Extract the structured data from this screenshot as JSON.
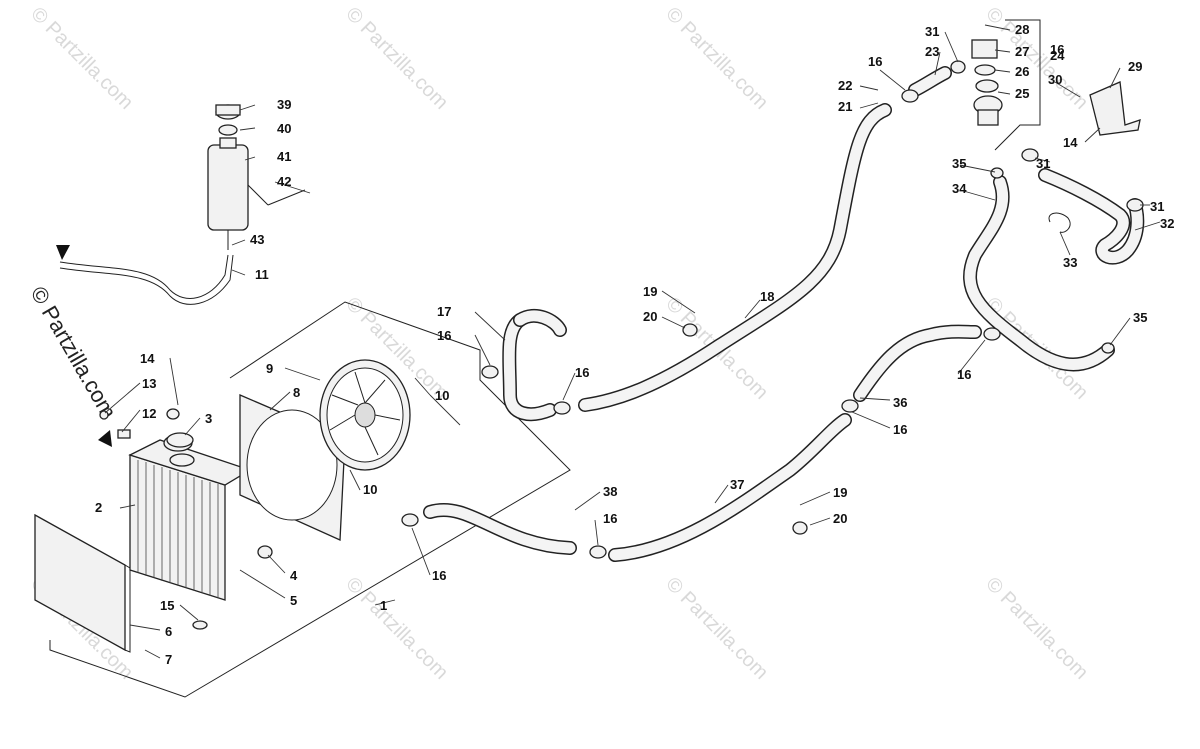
{
  "watermark": {
    "vertical_text": "© Partzilla.com",
    "tile_text": "© Partzilla.com"
  },
  "callouts": [
    "1",
    "2",
    "3",
    "4",
    "5",
    "6",
    "7",
    "8",
    "9",
    "10",
    "10",
    "11",
    "12",
    "13",
    "14",
    "14",
    "15",
    "16",
    "16",
    "16",
    "16",
    "16",
    "16",
    "16",
    "16",
    "17",
    "18",
    "19",
    "19",
    "20",
    "20",
    "21",
    "22",
    "23",
    "24",
    "25",
    "26",
    "27",
    "28",
    "29",
    "30",
    "31",
    "31",
    "31",
    "32",
    "33",
    "34",
    "35",
    "35",
    "36",
    "37",
    "38",
    "39",
    "40",
    "41",
    "42",
    "43"
  ],
  "colors": {
    "line": "#222222",
    "fill": "#f2f2f2",
    "watermark": "#d9d9d9"
  }
}
